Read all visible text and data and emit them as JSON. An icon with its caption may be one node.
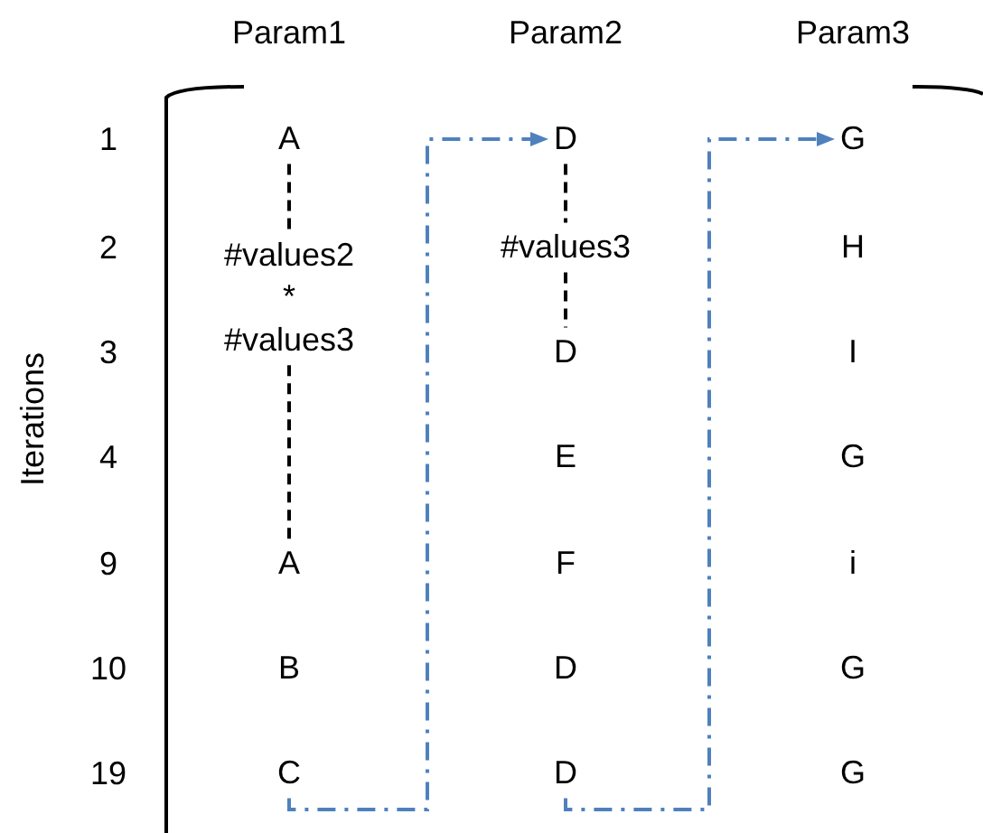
{
  "diagram": {
    "nodes": [
      {
        "text": [
          "A"
        ]
      },
      {
        "text": [
          "#values2 * #values3"
        ]
      },
      {
        "text": [
          "A"
        ]
      },
      {
        "text": [
          "B"
        ]
      },
      {
        "text": [
          "C"
        ]
      },
      {
        "text": [
          "D"
        ]
      },
      {
        "text": [
          "#values3"
        ]
      },
      {
        "text": [
          "D"
        ]
      },
      {
        "text": [
          "E"
        ]
      },
      {
        "text": [
          "F"
        ]
      },
      {
        "text": [
          "D"
        ]
      },
      {
        "text": [
          "D"
        ]
      },
      {
        "text": [
          "G"
        ]
      },
      {
        "text": [
          "H"
        ]
      },
      {
        "text": [
          "I"
        ]
      },
      {
        "text": [
          "G"
        ]
      },
      {
        "text": [
          "i"
        ]
      },
      {
        "text": [
          "G"
        ]
      },
      {
        "text": [
          "G"
        ]
      }
    ],
    "edges": [
      {
        "from": 0,
        "to": 1,
        "arrow": "none",
        "style": "dashed"
      },
      {
        "from": 1,
        "to": 2,
        "arrow": "none",
        "style": "dashed"
      },
      {
        "from": 5,
        "to": 6,
        "arrow": "none",
        "style": "dashed"
      },
      {
        "from": 6,
        "to": 7,
        "arrow": "none",
        "style": "dashed"
      },
      {
        "from": 4,
        "to": 5,
        "arrow": "to",
        "style": "dashed",
        "color": "#4f81bd"
      },
      {
        "from": 11,
        "to": 12,
        "arrow": "to",
        "style": "dashed",
        "color": "#4f81bd"
      }
    ],
    "labels": [
      "Param1",
      "Param2",
      "Param3",
      "1",
      "2",
      "3",
      "4",
      "9",
      "10",
      "19",
      "Iterations"
    ]
  }
}
